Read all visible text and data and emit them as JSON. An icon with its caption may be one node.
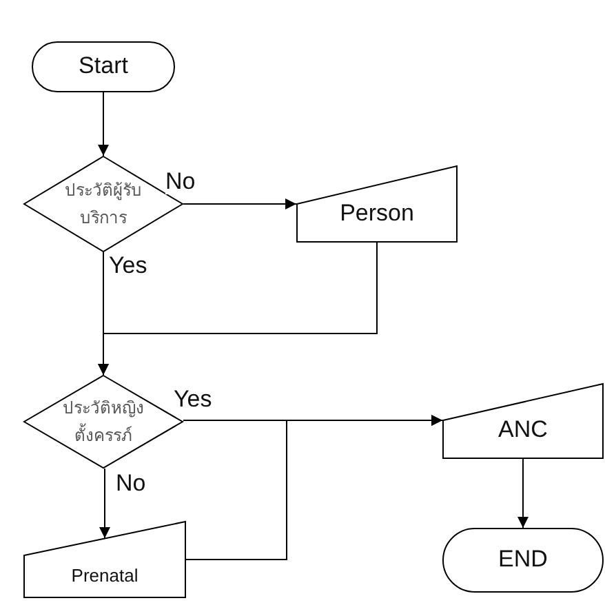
{
  "diagram": {
    "nodes": [
      {
        "text": [
          "Start"
        ]
      },
      {
        "text": [
          "ประวัติผู้รับบริการ"
        ]
      },
      {
        "text": [
          "Person"
        ]
      },
      {
        "text": [
          "ประวัติหญิงตั้งครรภ์"
        ]
      },
      {
        "text": [
          "ANC"
        ]
      },
      {
        "text": [
          "END"
        ]
      },
      {
        "text": [
          "Prenatal"
        ]
      }
    ],
    "edges": [
      {
        "from": 0,
        "to": 1,
        "arrow": "to"
      },
      {
        "from": 1,
        "to": 2,
        "arrow": "to",
        "label": "No"
      },
      {
        "from": 1,
        "to": 3,
        "arrow": "to",
        "label": "Yes"
      },
      {
        "from": 2,
        "to": 3,
        "arrow": "to"
      },
      {
        "from": 3,
        "to": 4,
        "arrow": "to",
        "label": "Yes"
      },
      {
        "from": 3,
        "to": 6,
        "arrow": "to",
        "label": "No"
      },
      {
        "from": 6,
        "to": 4,
        "arrow": "to"
      },
      {
        "from": 4,
        "to": 5,
        "arrow": "to"
      }
    ]
  }
}
